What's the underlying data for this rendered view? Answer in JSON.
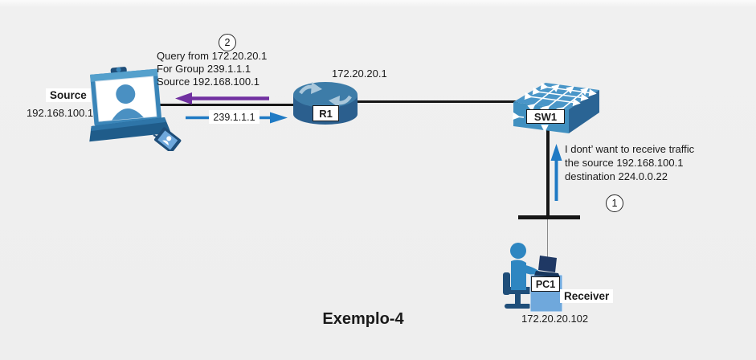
{
  "page": {
    "title": "Exemplo-4"
  },
  "nodes": {
    "source": {
      "name": "Source",
      "ip": "192.168.100.1"
    },
    "router_r1": {
      "name": "R1",
      "ip": "172.20.20.1"
    },
    "switch_sw1": {
      "name": "SW1"
    },
    "pc1": {
      "name": "PC1",
      "role": "Receiver",
      "ip": "172.20.20.102"
    }
  },
  "flows": {
    "multicast_group_label": "239.1.1.1"
  },
  "callouts": {
    "step2": {
      "badge": "2",
      "line1": "Query from 172.20.20.1",
      "line2": "For Group 239.1.1.1",
      "line3": "Source 192.168.100.1"
    },
    "step1": {
      "badge": "1",
      "line1": "I dont’ want to receive traffic",
      "line2": "the source 192.168.100.1",
      "line3": "destination 224.0.0.22"
    }
  },
  "colors": {
    "arrow_blue": "#1f7ac4",
    "arrow_purple": "#7030a0",
    "link_black": "#161616",
    "node_blue_dark": "#2b5f8e",
    "node_blue_mid": "#4190c0",
    "node_blue_light": "#6fa8dc",
    "background": "#efefef"
  }
}
